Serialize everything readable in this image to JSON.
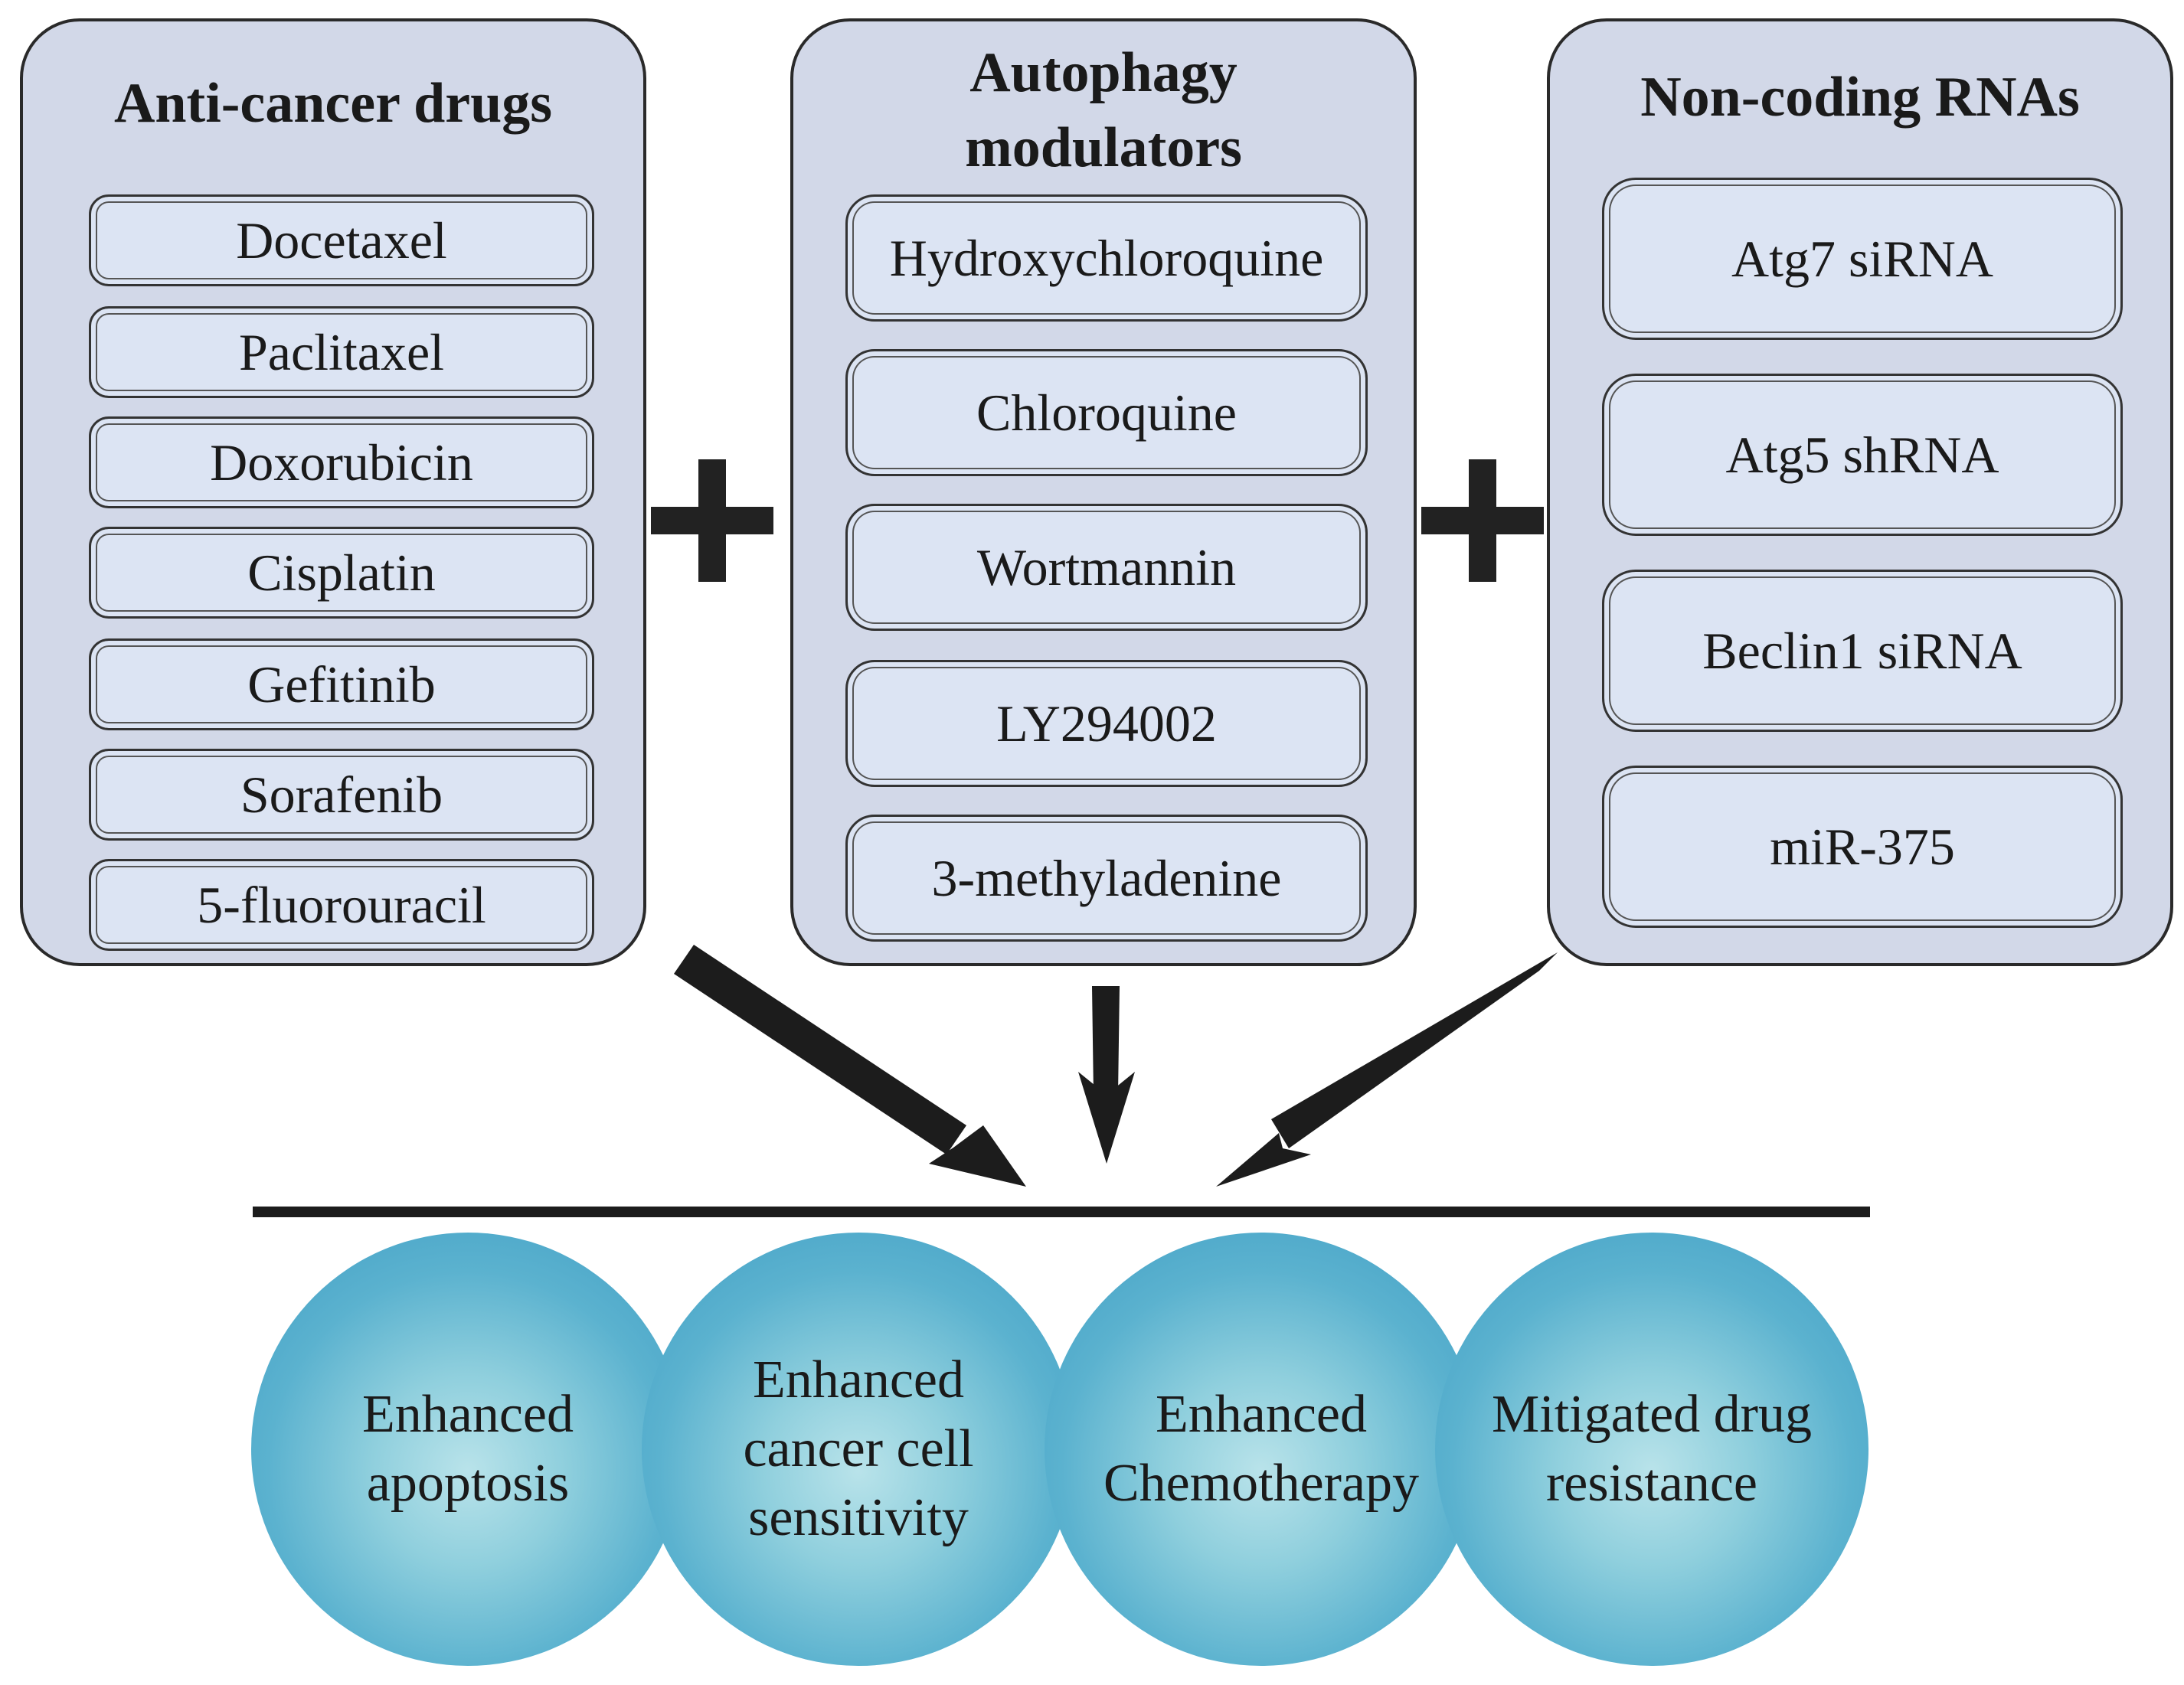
{
  "panels": [
    {
      "title": "Anti-cancer drugs",
      "items": [
        "Docetaxel",
        "Paclitaxel",
        "Doxorubicin",
        "Cisplatin",
        "Gefitinib",
        "Sorafenib",
        "5-fluorouracil"
      ]
    },
    {
      "title": "Autophagy\nmodulators",
      "items": [
        "Hydroxychloroquine",
        "Chloroquine",
        "Wortmannin",
        "LY294002",
        "3-methyladenine"
      ]
    },
    {
      "title": "Non-coding RNAs",
      "items": [
        "Atg7 siRNA",
        "Atg5 shRNA",
        "Beclin1 siRNA",
        "miR-375"
      ]
    }
  ],
  "operators": [
    "+",
    "+"
  ],
  "outcomes": [
    "Enhanced\napoptosis",
    "Enhanced\ncancer cell\nsensitivity",
    "Enhanced\nChemotherapy",
    "Mitigated drug\nresistance"
  ],
  "colors": {
    "panel_fill": "#d2d8e8",
    "item_fill": "#dce4f3",
    "outcome_fill": "#4aa6c9",
    "ink": "#1c1c1c"
  }
}
